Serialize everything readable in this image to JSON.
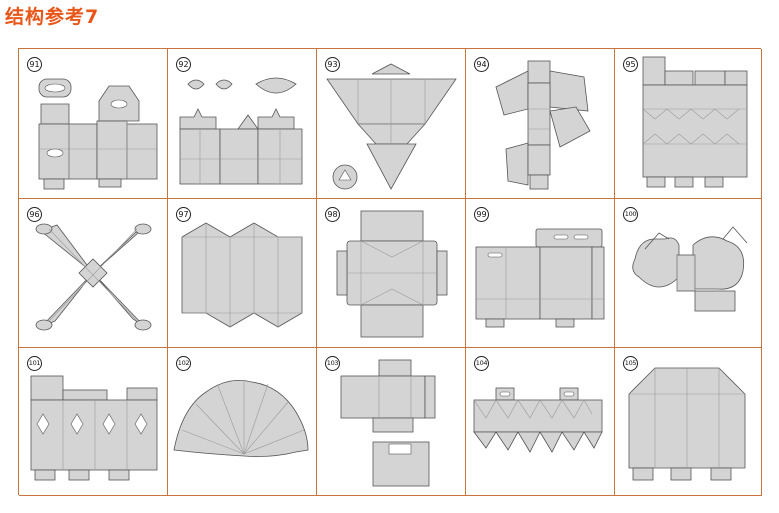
{
  "page": {
    "title": "结构参考7"
  },
  "panels": [
    {
      "number": "91"
    },
    {
      "number": "92"
    },
    {
      "number": "93"
    },
    {
      "number": "94"
    },
    {
      "number": "95"
    },
    {
      "number": "96"
    },
    {
      "number": "97"
    },
    {
      "number": "98"
    },
    {
      "number": "99"
    },
    {
      "number": "100"
    },
    {
      "number": "101"
    },
    {
      "number": "102"
    },
    {
      "number": "103"
    },
    {
      "number": "104"
    },
    {
      "number": "105"
    }
  ],
  "colors": {
    "title": "#e8561a",
    "grid_border": "#c8743a",
    "die_fill": "#d4d4d4",
    "die_stroke": "#555555",
    "fold_line": "#9a9a9a"
  }
}
